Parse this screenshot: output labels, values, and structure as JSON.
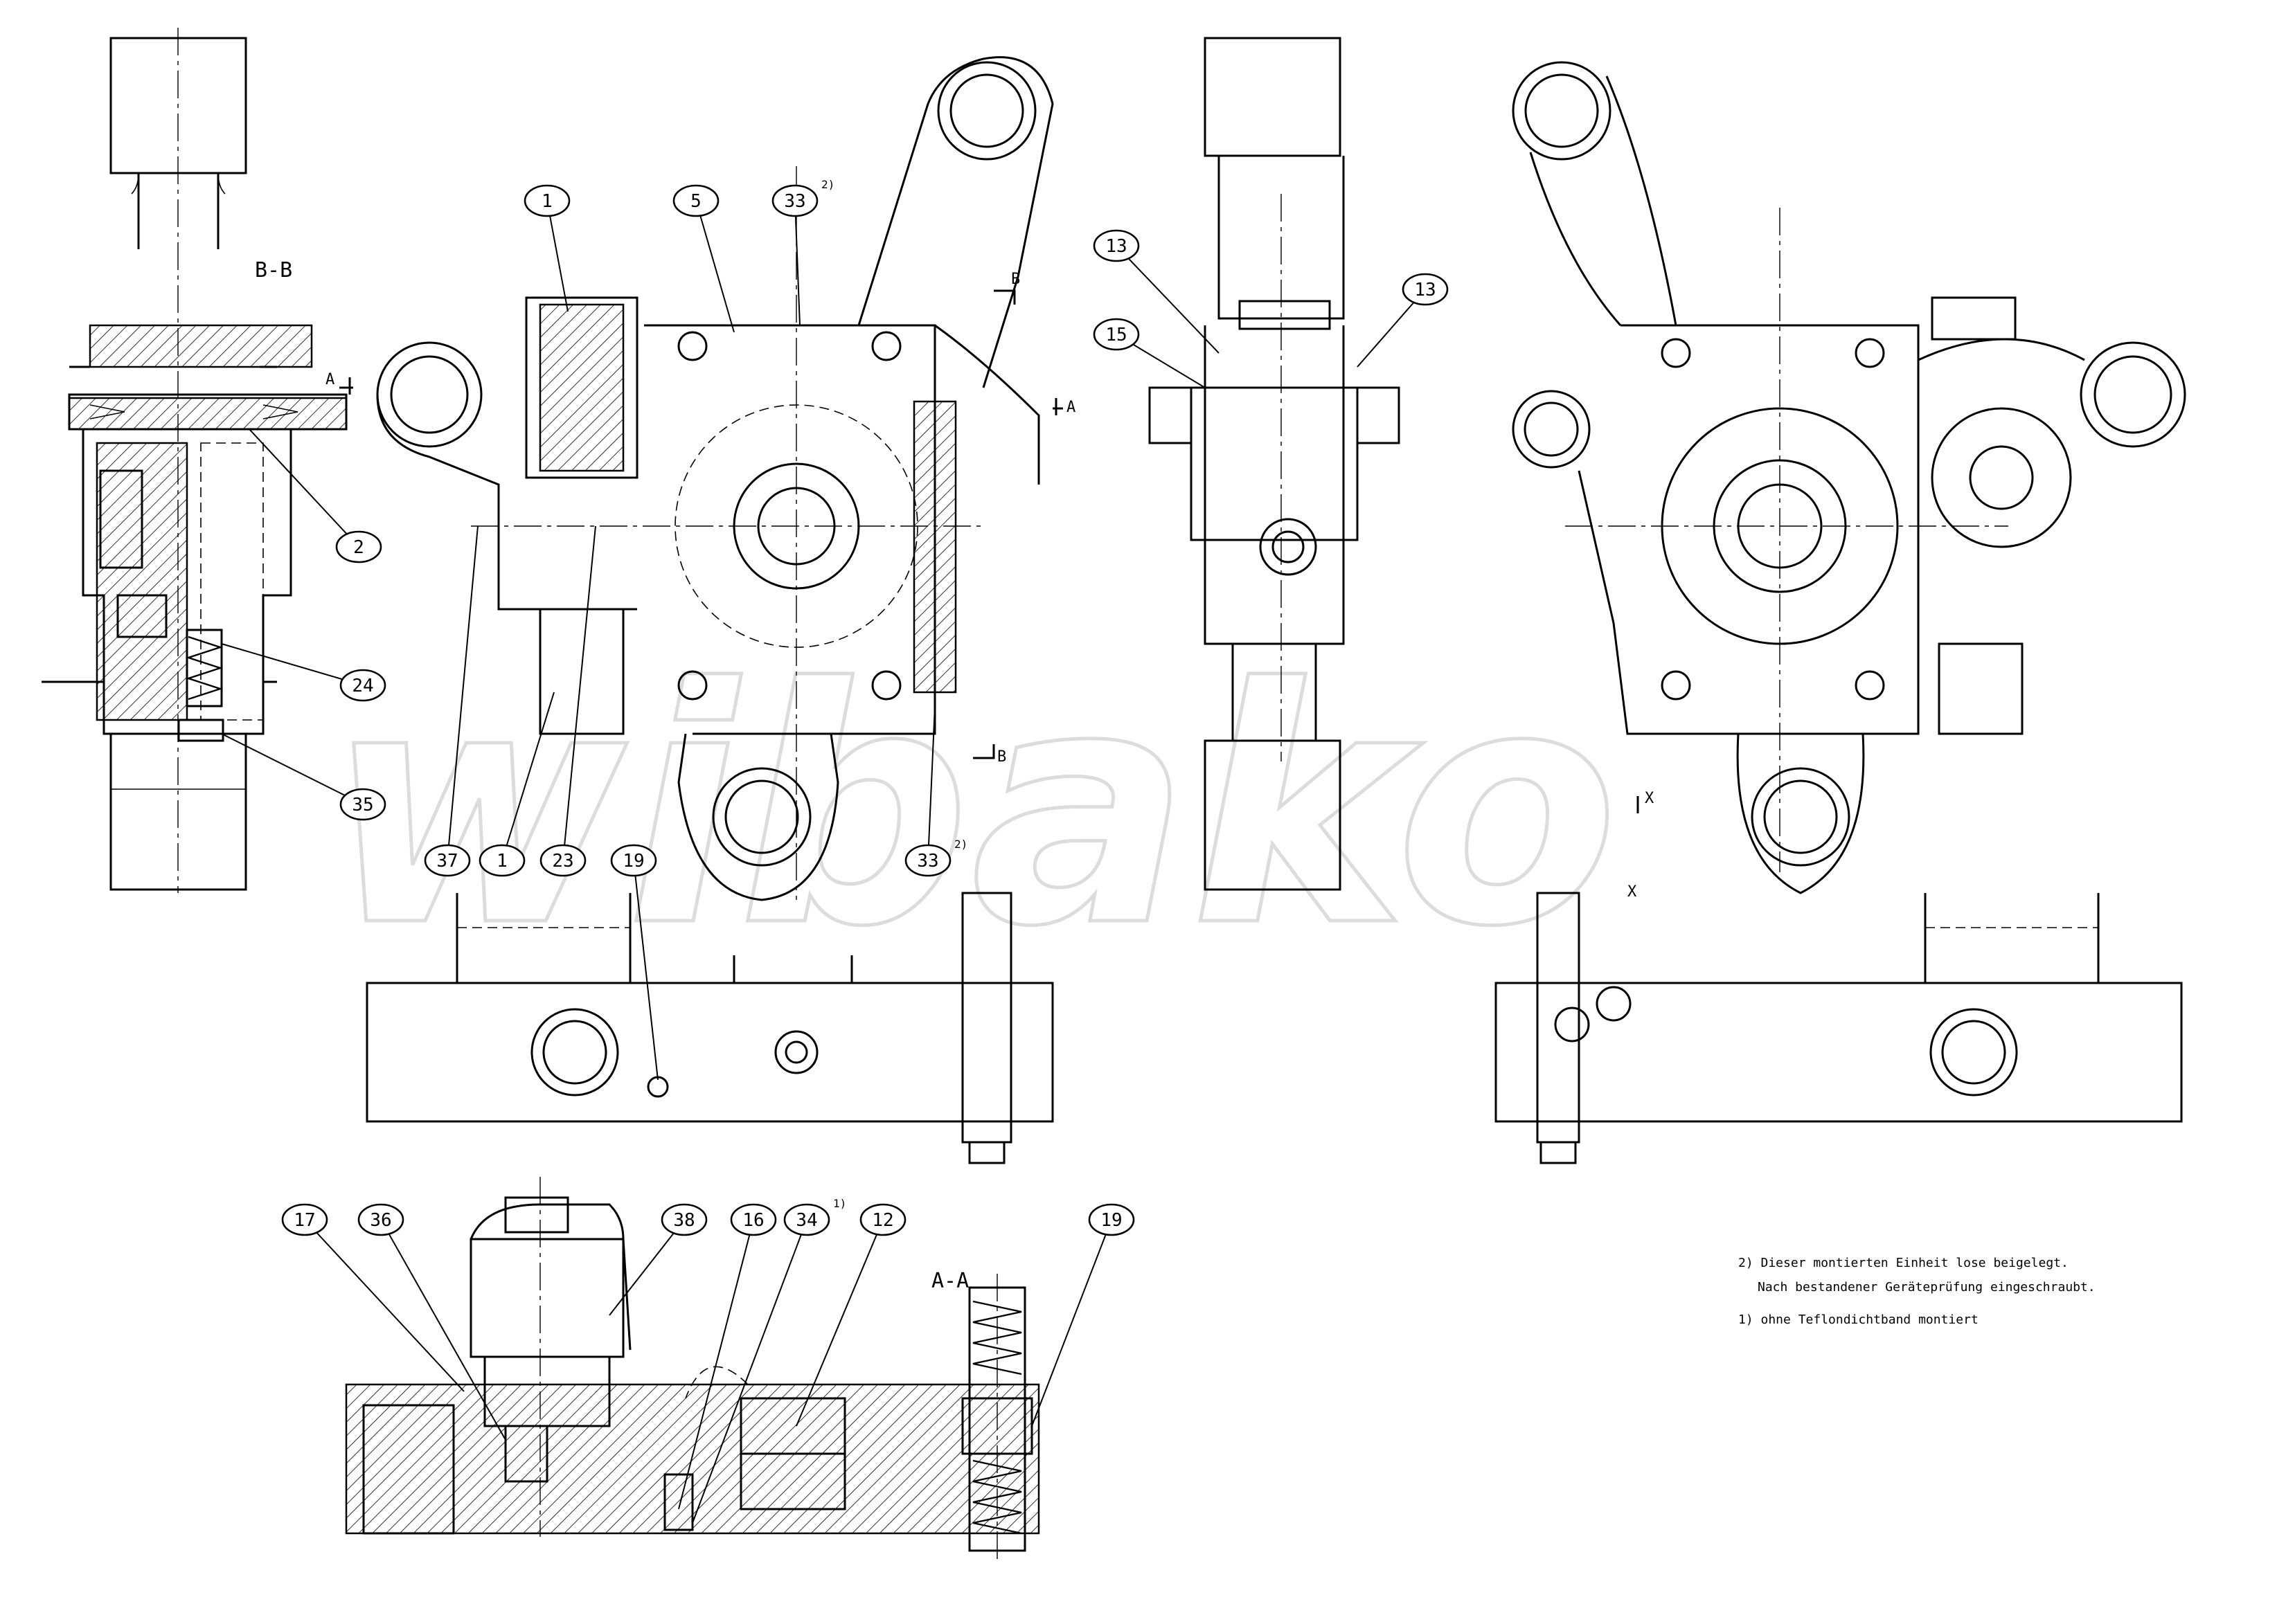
{
  "watermark": "wibako",
  "section_labels": {
    "bb": "B-B",
    "aa": "A-A",
    "cut_a": "A",
    "cut_b": "B",
    "view_x": "X"
  },
  "balloons": [
    {
      "id": "b1-top",
      "label": "1"
    },
    {
      "id": "b5",
      "label": "5"
    },
    {
      "id": "b33-top",
      "label": "33",
      "sup": "2)"
    },
    {
      "id": "b13-left",
      "label": "13"
    },
    {
      "id": "b13-right",
      "label": "13"
    },
    {
      "id": "b15",
      "label": "15"
    },
    {
      "id": "b2",
      "label": "2"
    },
    {
      "id": "b24",
      "label": "24"
    },
    {
      "id": "b35",
      "label": "35"
    },
    {
      "id": "b37",
      "label": "37"
    },
    {
      "id": "b1-bottom",
      "label": "1"
    },
    {
      "id": "b23",
      "label": "23"
    },
    {
      "id": "b19-mid",
      "label": "19"
    },
    {
      "id": "b33-bottom",
      "label": "33",
      "sup": "2)"
    },
    {
      "id": "b17",
      "label": "17"
    },
    {
      "id": "b36",
      "label": "36"
    },
    {
      "id": "b38",
      "label": "38"
    },
    {
      "id": "b16",
      "label": "16"
    },
    {
      "id": "b34",
      "label": "34",
      "sup": "1)"
    },
    {
      "id": "b12",
      "label": "12"
    },
    {
      "id": "b19-aa",
      "label": "19"
    }
  ],
  "notes": {
    "note2_line1": "2) Dieser montierten Einheit lose beigelegt.",
    "note2_line2": "Nach bestandener Geräteprüfung eingeschraubt.",
    "note1": "1) ohne Teflondichtband montiert"
  }
}
